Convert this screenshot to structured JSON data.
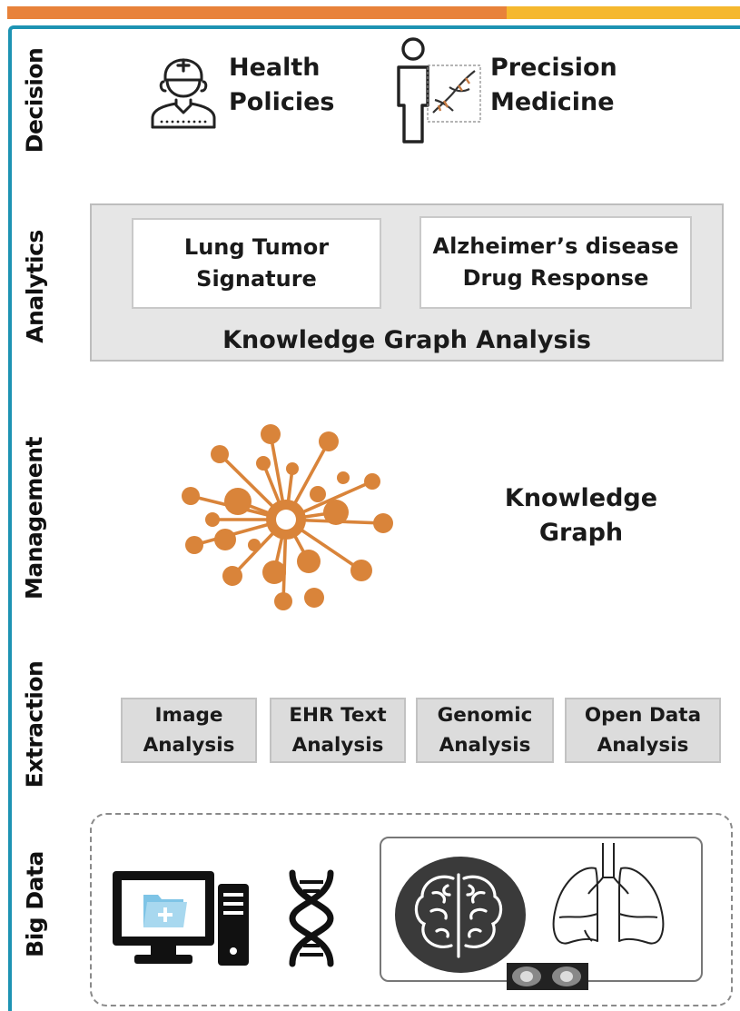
{
  "layers": {
    "decision": "Decision",
    "analytics": "Analytics",
    "management": "Management",
    "extraction": "Extraction",
    "big_data": "Big Data"
  },
  "decision": {
    "health_policies": [
      "Health",
      "Policies"
    ],
    "precision_medicine": [
      "Precision",
      "Medicine"
    ]
  },
  "analytics": {
    "box1": [
      "Lung Tumor",
      "Signature"
    ],
    "box2": [
      "Alzheimer’s disease",
      "Drug Response"
    ],
    "footer": "Knowledge Graph Analysis"
  },
  "management": {
    "label": [
      "Knowledge",
      "Graph"
    ],
    "graph_color": "#d9843a"
  },
  "extraction": {
    "boxes": [
      [
        "Image",
        "Analysis"
      ],
      [
        "EHR Text",
        "Analysis"
      ],
      [
        "Genomic",
        "Analysis"
      ],
      [
        "Open Data",
        "Analysis"
      ]
    ]
  },
  "icons": {
    "doctor": "doctor-icon",
    "person_dna": "person-dna-icon",
    "computer": "computer-health-record-icon",
    "dna": "dna-helix-icon",
    "brain": "brain-icon",
    "lungs": "lungs-icon",
    "scan": "scan-strip-icon"
  },
  "colors": {
    "accent_orange": "#e8823a",
    "accent_yellow": "#f5b82e",
    "frame_teal": "#1d93b3",
    "node_orange": "#d9843a",
    "folder_blue": "#7ec4e6"
  }
}
